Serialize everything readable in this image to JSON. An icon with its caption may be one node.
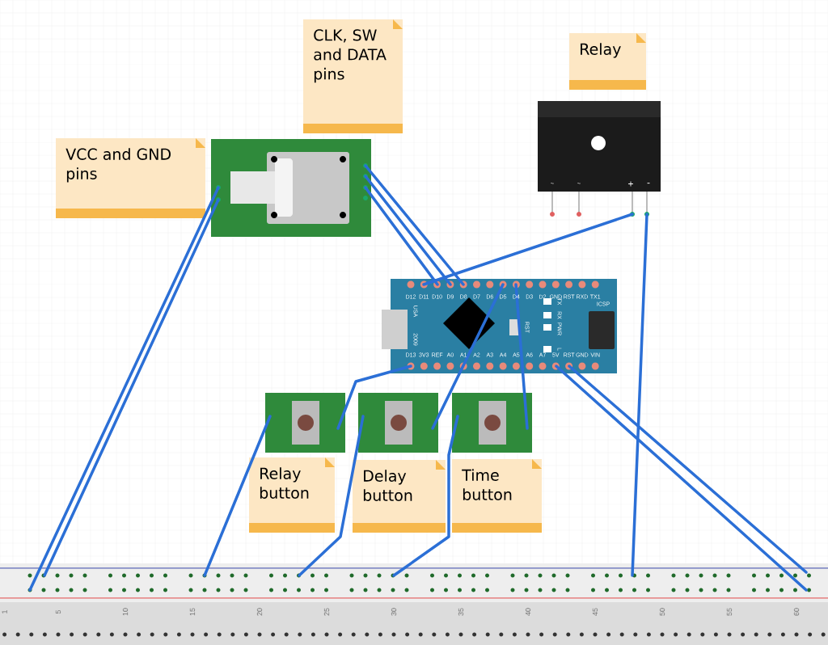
{
  "diagram": {
    "nodes": [
      {
        "text": [
          "CLK, SW and DATA pins"
        ]
      },
      {
        "text": [
          "Relay"
        ]
      },
      {
        "text": [
          "VCC and GND pins"
        ]
      },
      {
        "text": [],
        "shape": "picture"
      },
      {
        "text": [],
        "shape": "picture"
      },
      {
        "text": [],
        "shape": "picture"
      },
      {
        "text": [],
        "shape": "picture"
      },
      {
        "text": [],
        "shape": "picture"
      },
      {
        "text": [],
        "shape": "picture"
      },
      {
        "text": [
          "Relay button"
        ]
      },
      {
        "text": [
          "Delay button"
        ]
      },
      {
        "text": [
          "Time button"
        ]
      },
      {
        "text": [],
        "shape": "picture"
      }
    ],
    "edges": [
      {
        "from": 3,
        "to": 12,
        "arrow": "none"
      },
      {
        "from": 3,
        "to": 12,
        "arrow": "none"
      },
      {
        "from": 3,
        "to": 5,
        "arrow": "none"
      },
      {
        "from": 3,
        "to": 5,
        "arrow": "none"
      },
      {
        "from": 3,
        "to": 5,
        "arrow": "none"
      },
      {
        "from": 4,
        "to": 5,
        "arrow": "none"
      },
      {
        "from": 4,
        "to": 12,
        "arrow": "none"
      },
      {
        "from": 5,
        "to": 7,
        "arrow": "none"
      },
      {
        "from": 5,
        "to": 8,
        "arrow": "none"
      },
      {
        "from": 5,
        "to": 6,
        "arrow": "none"
      },
      {
        "from": 5,
        "to": 12,
        "arrow": "none"
      },
      {
        "from": 5,
        "to": 12,
        "arrow": "none"
      },
      {
        "from": 6,
        "to": 12,
        "arrow": "none"
      },
      {
        "from": 7,
        "to": 12,
        "arrow": "none"
      },
      {
        "from": 8,
        "to": 12,
        "arrow": "none"
      }
    ],
    "labels": [
      "~",
      "~",
      "+",
      "-",
      "D12",
      "D11",
      "D10",
      "D9",
      "D8",
      "D7",
      "D6",
      "D5",
      "D4",
      "D3",
      "D2",
      "GND",
      "RST",
      "RXD",
      "TX1",
      "ICSP",
      "USA",
      "2009",
      "TX",
      "RX",
      "RST",
      "PWR",
      "L",
      "D13",
      "3V3",
      "REF",
      "A0",
      "A1",
      "A2",
      "A3",
      "A4",
      "A5",
      "A6",
      "A7",
      "5V",
      "RST",
      "GND",
      "VIN",
      "1",
      "5",
      "10",
      "15",
      "20",
      "25",
      "30",
      "35",
      "40",
      "45",
      "50",
      "55",
      "60"
    ]
  }
}
